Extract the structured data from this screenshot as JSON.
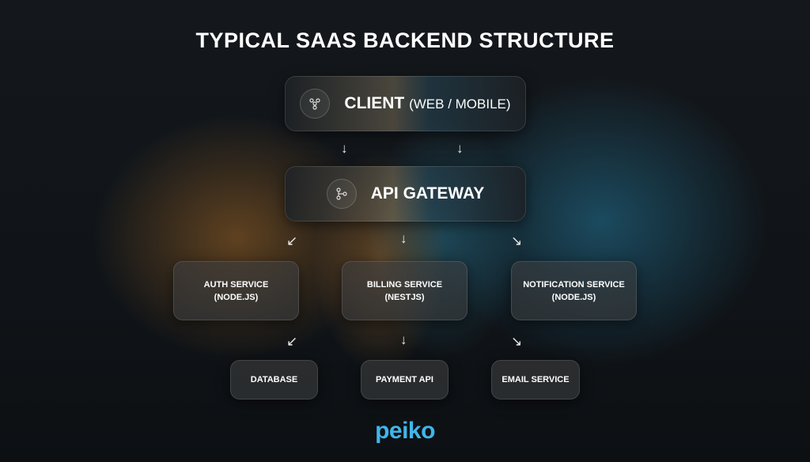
{
  "title": "TYPICAL SAAS BACKEND STRUCTURE",
  "client": {
    "label": "CLIENT",
    "sub": "(WEB / MOBILE)",
    "icon": "users-icon"
  },
  "gateway": {
    "label": "API GATEWAY",
    "icon": "branch-icon"
  },
  "services": [
    {
      "line1": "AUTH SERVICE",
      "line2": "(NODE.JS)"
    },
    {
      "line1": "BILLING SERVICE",
      "line2": "(NESTJS)"
    },
    {
      "line1": "NOTIFICATION SERVICE",
      "line2": "(NODE.JS)"
    }
  ],
  "targets": [
    "DATABASE",
    "PAYMENT API",
    "EMAIL SERVICE"
  ],
  "arrows": {
    "down": "↓",
    "left": "↙",
    "right": "↘"
  },
  "logo": "peiko"
}
